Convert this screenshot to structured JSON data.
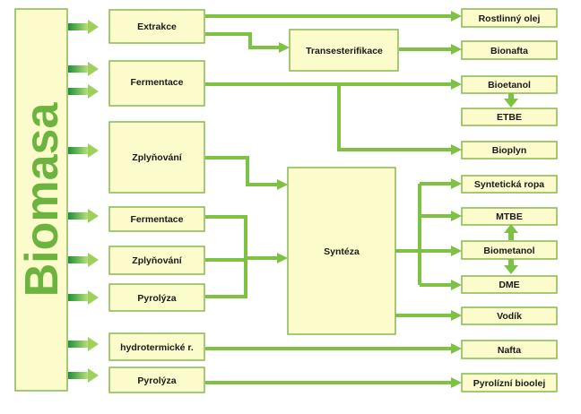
{
  "diagram": {
    "source": "Biomasa",
    "processes": {
      "extrakce": "Extrakce",
      "fermentace_1": "Fermentace",
      "zplynovani_1": "Zplyňování",
      "fermentace_2": "Fermentace",
      "zplynovani_2": "Zplyňování",
      "pyrolyza_1": "Pyrolýza",
      "hydrotermicke": "hydrotermické r.",
      "pyrolyza_2": "Pyrolýza"
    },
    "intermediates": {
      "transesterifikace": "Transesterifikace",
      "synteza": "Syntéza"
    },
    "products": {
      "rostlinny_olej": "Rostlinný olej",
      "bionafta": "Bionafta",
      "bioetanol": "Bioetanol",
      "etbe": "ETBE",
      "bioplyn": "Bioplyn",
      "synteticka_ropa": "Syntetická ropa",
      "mtbe": "MTBE",
      "biometanol": "Biometanol",
      "dme": "DME",
      "vodik": "Vodík",
      "nafta": "Nafta",
      "pyrolizni_bioolej": "Pyrolízní bioolej"
    },
    "colors": {
      "box_fill": "#fbfbcb",
      "box_border": "#86b84e",
      "arrow": "#7dc242",
      "title": "#6cb33f"
    }
  }
}
